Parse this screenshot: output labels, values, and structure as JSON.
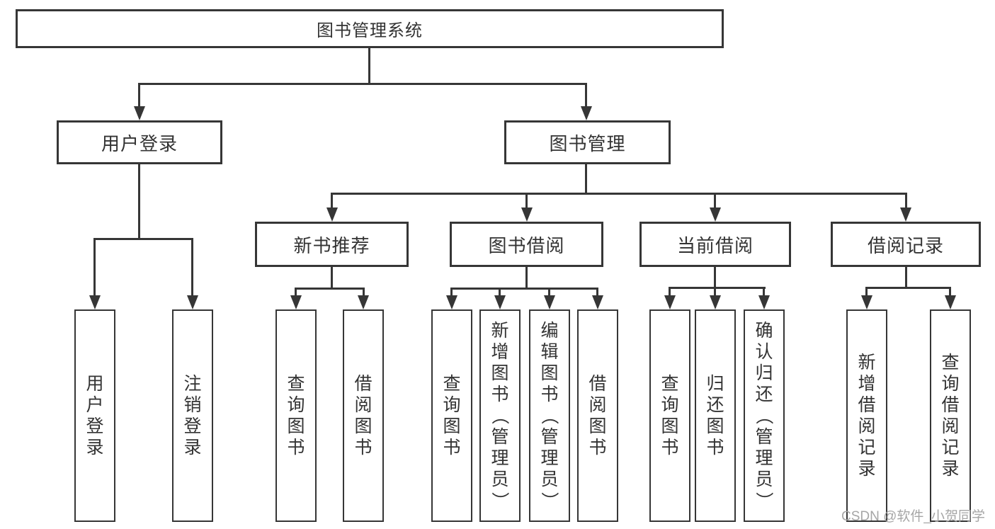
{
  "diagram": {
    "root": {
      "label": "图书管理系统"
    },
    "level1": [
      {
        "label": "用户登录"
      },
      {
        "label": "图书管理"
      }
    ],
    "level2": [
      {
        "label": "新书推荐"
      },
      {
        "label": "图书借阅"
      },
      {
        "label": "当前借阅"
      },
      {
        "label": "借阅记录"
      }
    ],
    "leaves": [
      {
        "label": "用户登录"
      },
      {
        "label": "注销登录"
      },
      {
        "label": "查询图书"
      },
      {
        "label": "借阅图书"
      },
      {
        "label": "查询图书"
      },
      {
        "label": "新增图书（管理员）"
      },
      {
        "label": "编辑图书（管理员）"
      },
      {
        "label": "借阅图书"
      },
      {
        "label": "查询图书"
      },
      {
        "label": "归还图书"
      },
      {
        "label": "确认归还（管理员）"
      },
      {
        "label": "新增借阅记录"
      },
      {
        "label": "查询借阅记录"
      }
    ],
    "watermark": "CSDN @软件_小贺同学",
    "colors": {
      "line": "#363636",
      "text": "#333333",
      "watermark": "#a6a6a6",
      "background": "#ffffff"
    }
  }
}
